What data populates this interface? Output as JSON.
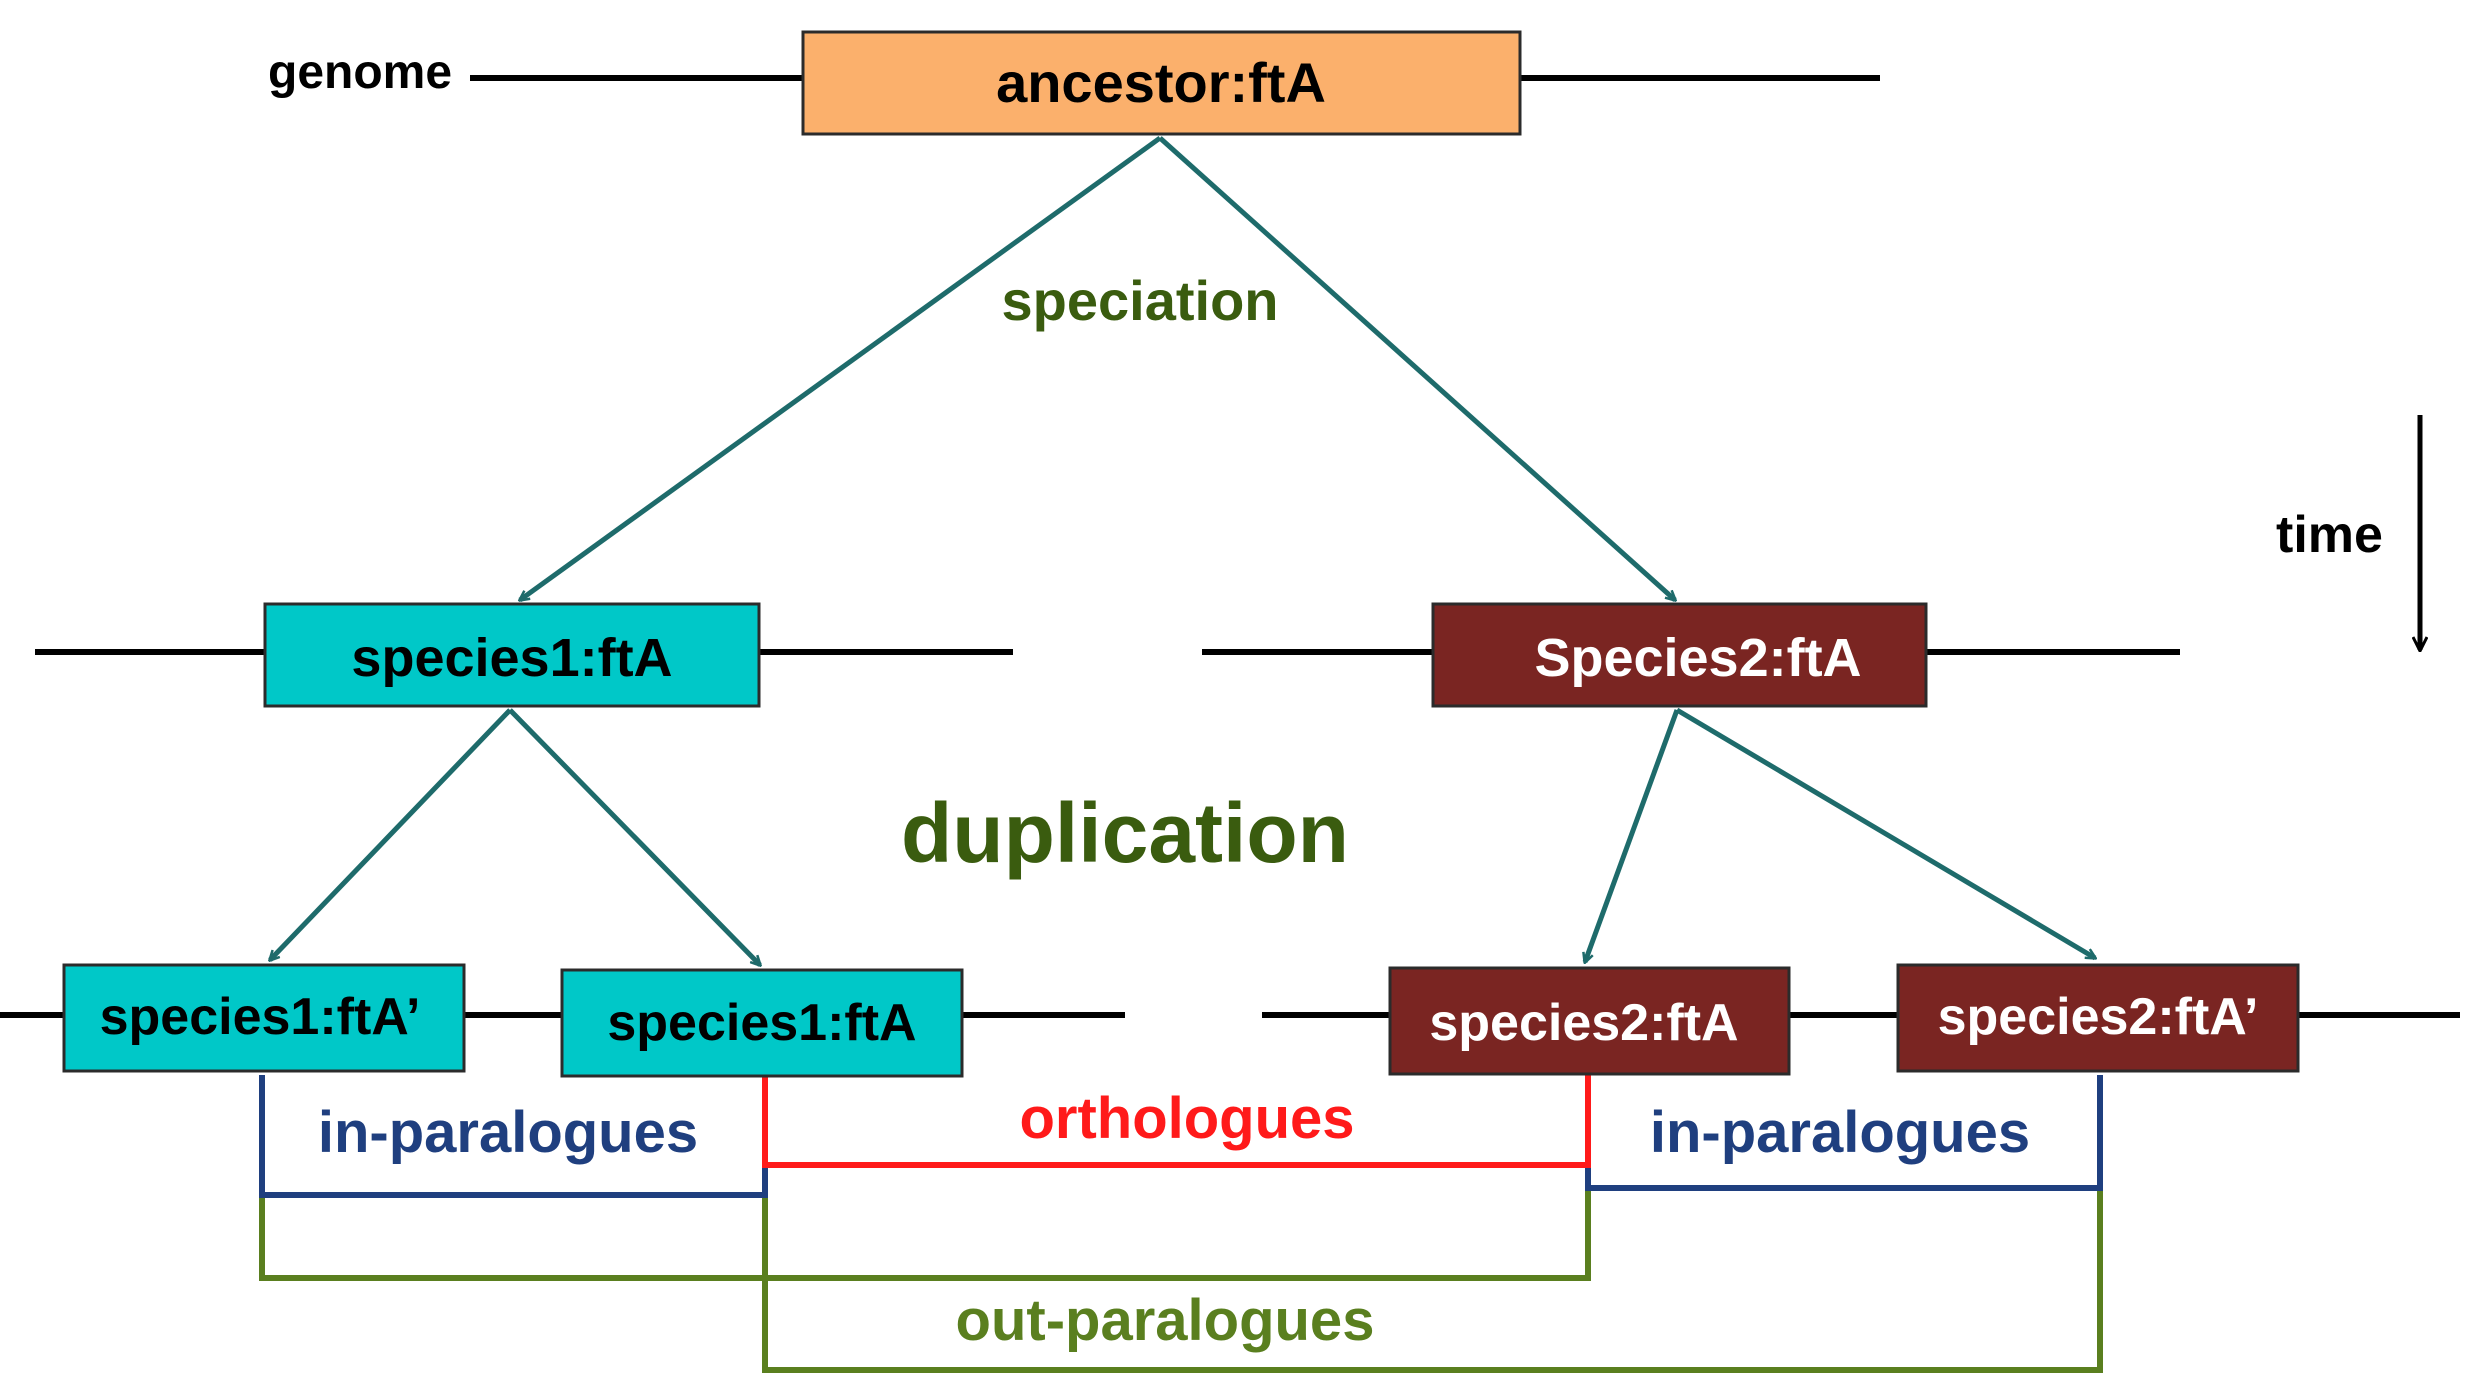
{
  "colors": {
    "ancestor": "#fbb06c",
    "species1": "#00c8c8",
    "species2": "#7a2522",
    "arrow": "#1e6b6b",
    "event_label": "#3a5c0f",
    "in_paralogues": "#1f3f7f",
    "orthologues": "#ff1a1a",
    "out_paralogues": "#5a7f1f",
    "genome_line": "#000000"
  },
  "labels": {
    "genome": "genome",
    "time": "time",
    "speciation": "speciation",
    "duplication": "duplication",
    "in_paralogues_left": "in-paralogues",
    "in_paralogues_right": "in-paralogues",
    "orthologues": "orthologues",
    "out_paralogues": "out-paralogues"
  },
  "genes": {
    "ancestor": "ancestor:ftA",
    "species1": "species1:ftA",
    "species2": "Species2:ftA",
    "species1_dup_prime": "species1:ftA’",
    "species1_dup": "species1:ftA",
    "species2_dup": "species2:ftA",
    "species2_dup_prime": "species2:ftA’"
  }
}
